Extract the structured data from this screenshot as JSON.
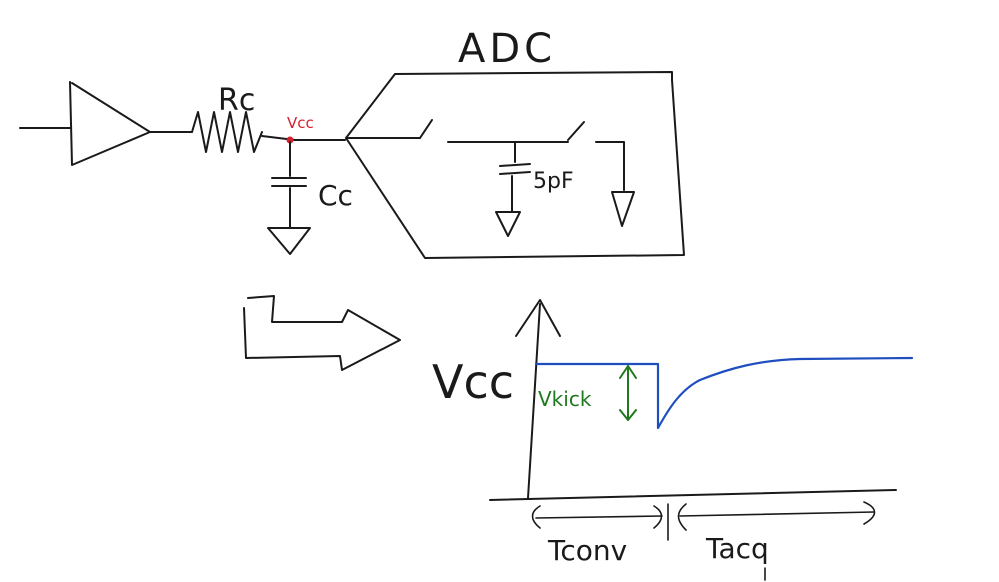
{
  "labels": {
    "adc": "ADC",
    "rc": "Rc",
    "cc": "Cc",
    "vcc_node": "Vcc",
    "cap_5pf": "5pF",
    "vcc_axis": "Vcc",
    "vkick": "Vkick",
    "tconv": "Tconv",
    "tacq": "Tacq"
  },
  "colors": {
    "ink": "#1a1a1a",
    "node": "#d4202c",
    "waveform": "#1f4fbf",
    "annotation": "#1f7a1f"
  }
}
